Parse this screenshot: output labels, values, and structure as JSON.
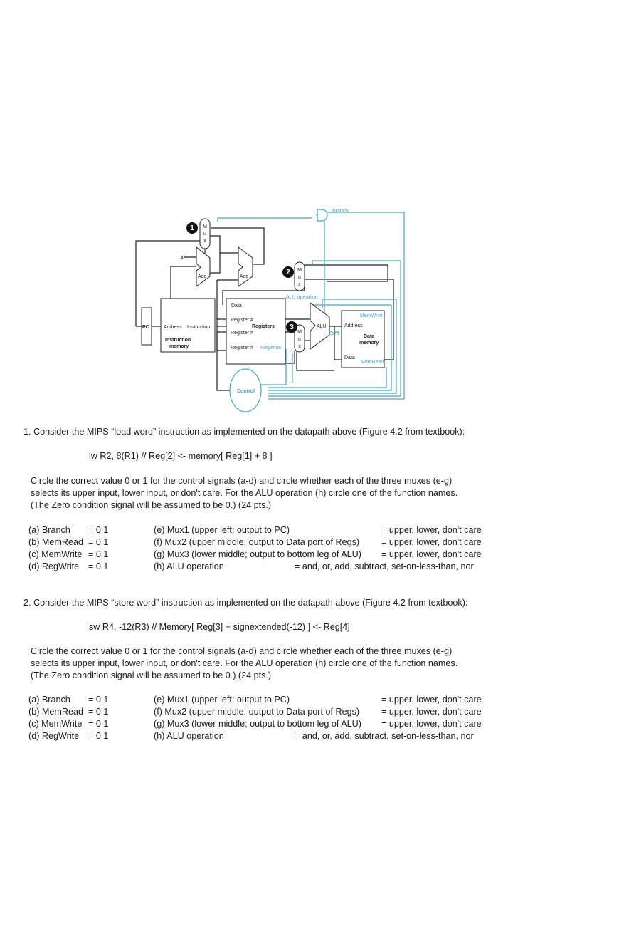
{
  "figure": {
    "markers": [
      "1",
      "2",
      "3"
    ],
    "mux_letters": [
      "M",
      "u",
      "x"
    ],
    "four": "4",
    "add": "Add",
    "pc": "PC",
    "instr_address": "Address",
    "instr_instruction": "Instruction",
    "instr_mem_1": "Instruction",
    "instr_mem_2": "memory",
    "data": "Data",
    "reg_num": "Register #",
    "registers": "Registers",
    "alu": "ALU",
    "zero": "Zero",
    "alu_operation": "ALU operation",
    "branch": "Branch",
    "memwrite": "MemWrite",
    "memread": "MemRead",
    "regwrite": "RegWrite",
    "dm_address": "Address",
    "dm_data_1": "Data",
    "dm_data_2": "memory",
    "dm_data_out": "Data",
    "control": "Control",
    "colors": {
      "control_lines": "#4aa3c8",
      "datapath": "#222222"
    }
  },
  "q1": {
    "intro": "1. Consider the MIPS “load word” instruction as implemented on the datapath above (Figure 4.2 from textbook):",
    "instruction": "lw   R2, 8(R1)   //  Reg[2] <- memory[ Reg[1] + 8 ]",
    "desc": [
      "Circle the correct value 0 or 1 for the control signals (a-d) and circle whether each of the three muxes (e-g)",
      "selects its upper input, lower input, or don't care. For the ALU operation (h) circle one of the function names.",
      "(The Zero condition signal will be assumed to be 0.) (24 pts.)"
    ]
  },
  "q2": {
    "intro": "2. Consider the MIPS “store word” instruction as implemented on the datapath above (Figure 4.2 from textbook):",
    "instruction": "sw    R4, -12(R3)   //  Memory[ Reg[3] + signextended(-12) ] <- Reg[4]",
    "desc": [
      "Circle the correct value 0 or 1 for the control signals (a-d) and circle whether each of the three muxes (e-g)",
      "selects its upper input, lower input, or don't care. For the ALU operation (h) circle one of the function names.",
      "(The Zero condition signal will be assumed to be 0.) (24 pts.)"
    ]
  },
  "signals": [
    {
      "label": "(a) Branch",
      "eq": "=  0   1"
    },
    {
      "label": "(b) MemRead",
      "eq": "=  0   1"
    },
    {
      "label": "(c) MemWrite",
      "eq": "=  0   1"
    },
    {
      "label": "(d) RegWrite",
      "eq": "=  0   1"
    }
  ],
  "parts": [
    {
      "label": "(e) Mux1 (upper left; output to PC)",
      "choices": "= upper,  lower,  don't care"
    },
    {
      "label": "(f) Mux2 (upper middle; output to Data port of Regs)",
      "choices": "= upper,  lower,  don't care"
    },
    {
      "label": "(g) Mux3 (lower middle; output to bottom leg of ALU)",
      "choices": "= upper,  lower,  don't care"
    },
    {
      "label": "(h) ALU operation",
      "choices": "= and,  or,  add,  subtract,  set-on-less-than,  nor"
    }
  ]
}
